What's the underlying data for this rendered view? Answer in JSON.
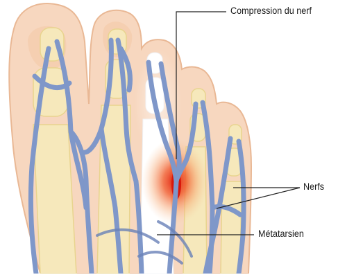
{
  "labels": {
    "compression": "Compression du nerf",
    "nerfs": "Nerfs",
    "metatarsien": "Métatarsien"
  },
  "colors": {
    "skin": "#f7d7bf",
    "skin_outline": "#e9b895",
    "bone": "#f6e8bb",
    "bone_outline": "#e8d48e",
    "nerve": "#7f97c9",
    "nerve_dark": "#6a82b8",
    "inflammation": "#e3381f",
    "leader_line": "#222222"
  }
}
